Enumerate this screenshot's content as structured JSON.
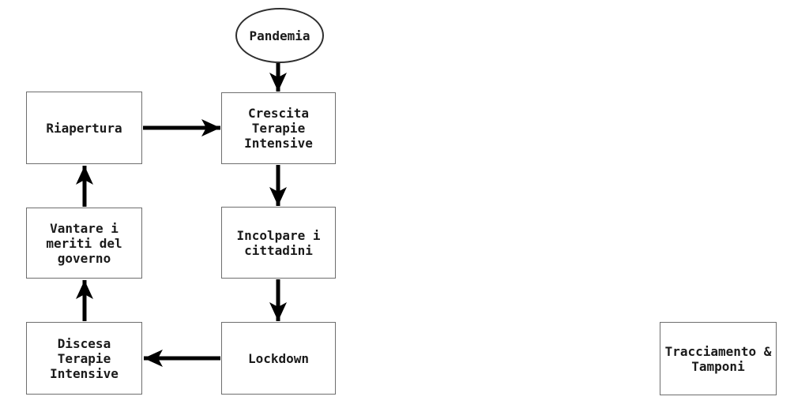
{
  "diagram": {
    "title": "",
    "nodes": [
      {
        "id": "pandemia",
        "shape": "ellipse",
        "label": "Pandemia"
      },
      {
        "id": "crescita",
        "shape": "rect",
        "label": "Crescita\nTerapie\nIntensive"
      },
      {
        "id": "riapertura",
        "shape": "rect",
        "label": "Riapertura"
      },
      {
        "id": "vantare",
        "shape": "rect",
        "label": "Vantare i\nmeriti del\ngoverno"
      },
      {
        "id": "incolpare",
        "shape": "rect",
        "label": "Incolpare i\ncittadini"
      },
      {
        "id": "discesa",
        "shape": "rect",
        "label": "Discesa\nTerapie\nIntensive"
      },
      {
        "id": "lockdown",
        "shape": "rect",
        "label": "Lockdown"
      },
      {
        "id": "tracciamento",
        "shape": "rect",
        "label": "Tracciamento &\nTamponi"
      }
    ],
    "edges": [
      {
        "from": "pandemia",
        "to": "crescita"
      },
      {
        "from": "riapertura",
        "to": "crescita"
      },
      {
        "from": "crescita",
        "to": "incolpare"
      },
      {
        "from": "incolpare",
        "to": "lockdown"
      },
      {
        "from": "lockdown",
        "to": "discesa"
      },
      {
        "from": "discesa",
        "to": "vantare"
      },
      {
        "from": "vantare",
        "to": "riapertura"
      }
    ],
    "colors": {
      "background": "#ffffff",
      "node_fill": "#ffffff",
      "node_border": "#6e6e6e",
      "ellipse_border": "#2f2f2f",
      "arrow": "#000000",
      "text": "#1a1a1a"
    }
  }
}
